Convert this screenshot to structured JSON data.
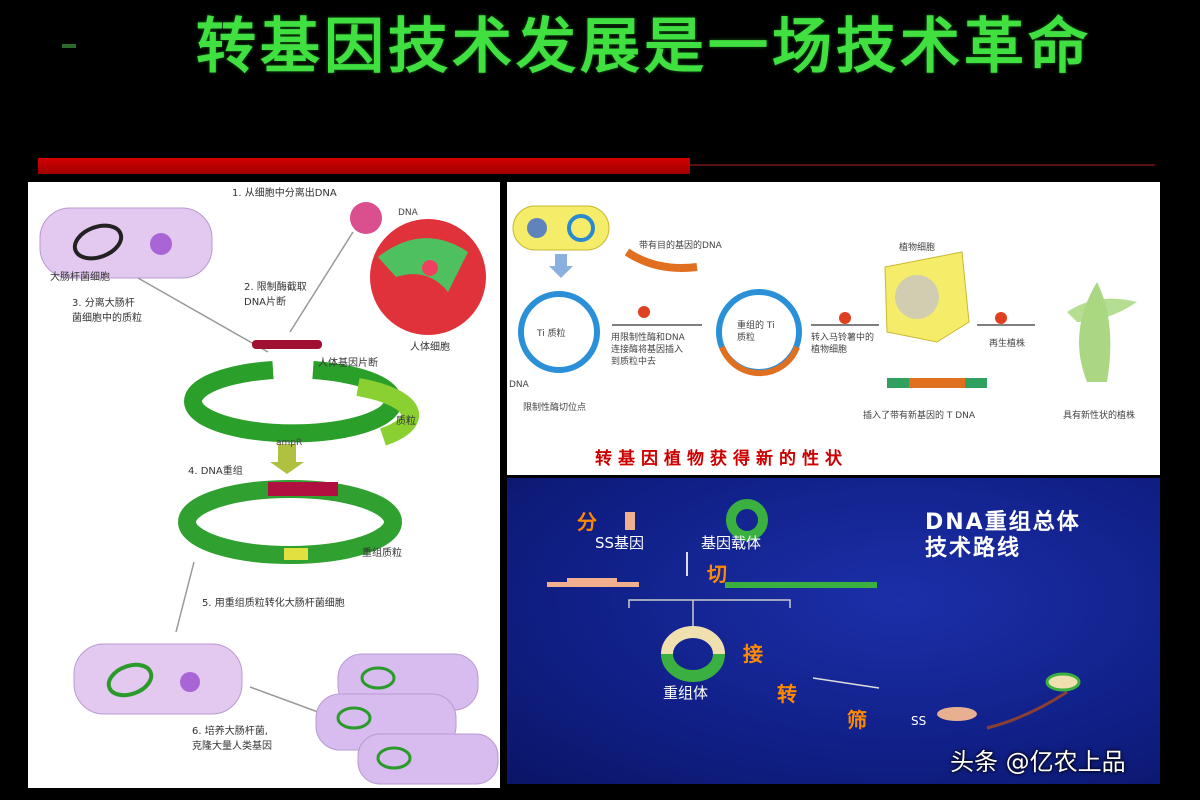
{
  "title": "转基因技术发展是一场技术革命",
  "left_panel": {
    "step1": "1. 从细胞中分离出DNA",
    "dna": "DNA",
    "ecoli_cell": "大肠杆菌细胞",
    "step2": "2. 限制酶截取\nDNA片断",
    "step3": "3. 分离大肠杆\n菌细胞中的质粒",
    "human_cell": "人体细胞",
    "human_gene": "人体基因片断",
    "plasmid": "质粒",
    "ampr": "ampR",
    "step4": "4. DNA重组",
    "recombinant_plasmid": "重组质粒",
    "step5": "5. 用重组质粒转化大肠杆菌细胞",
    "step6": "6. 培养大肠杆菌,\n克隆大量人类基因"
  },
  "right_top": {
    "target_gene": "带有目的基因的DNA",
    "ti_plasmid": "Ti 质粒",
    "dna": "DNA",
    "cut_site": "限制性酶切位点",
    "step1_text": "用限制性酶和DNA\n连接酶将基因插入\n到质粒中去",
    "recombinant_ti": "重组的 Ti\n质粒",
    "step2_text": "转入马铃薯中的\n植物细胞",
    "plant_cell": "植物细胞",
    "inserted": "插入了带有新基因的 T  DNA",
    "step3_text": "再生植株",
    "new_trait_plant": "具有新性状的植株",
    "caption": "转基因植物获得新的性状"
  },
  "right_bottom": {
    "title": "DNA重组总体\n技术路线",
    "fen": "分",
    "ss_gene": "SS基因",
    "vector": "基因载体",
    "qie": "切",
    "jie": "接",
    "recombinant": "重组体",
    "zhuan": "转",
    "shai": "筛",
    "ss": "SS"
  },
  "watermark": "头条 @亿农上品",
  "colors": {
    "title_green": "#3fe03f",
    "red_bar": "#d40000",
    "blue_bg": "#101f86",
    "orange": "#ff8a00"
  }
}
